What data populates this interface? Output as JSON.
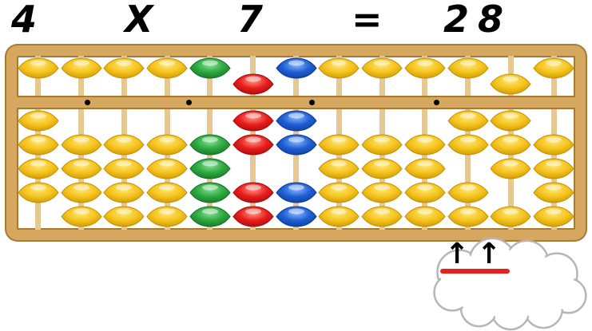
{
  "equation": {
    "operand1": "4",
    "operator": "X",
    "operand2": "7",
    "equals": "=",
    "result_tens": "2",
    "result_ones": "8"
  },
  "abacus": {
    "rod_count": 13,
    "dot_positions_pct": [
      12.7,
      30.9,
      52.8,
      75.2
    ],
    "columns": [
      {
        "color": "yellow",
        "heaven_active": false,
        "earth_up": 4,
        "digit": 4
      },
      {
        "color": "yellow",
        "heaven_active": false,
        "earth_up": 0,
        "digit": 0
      },
      {
        "color": "yellow",
        "heaven_active": false,
        "earth_up": 0,
        "digit": 0
      },
      {
        "color": "yellow",
        "heaven_active": false,
        "earth_up": 0,
        "digit": 0
      },
      {
        "color": "green",
        "heaven_active": false,
        "earth_up": 0,
        "digit": 0
      },
      {
        "color": "red",
        "heaven_active": true,
        "earth_up": 2,
        "digit": 7
      },
      {
        "color": "blue",
        "heaven_active": false,
        "earth_up": 2,
        "digit": 2
      },
      {
        "color": "yellow",
        "heaven_active": false,
        "earth_up": 0,
        "digit": 0
      },
      {
        "color": "yellow",
        "heaven_active": false,
        "earth_up": 0,
        "digit": 0
      },
      {
        "color": "yellow",
        "heaven_active": false,
        "earth_up": 0,
        "digit": 0
      },
      {
        "color": "yellow",
        "heaven_active": false,
        "earth_up": 2,
        "digit": 2
      },
      {
        "color": "yellow",
        "heaven_active": true,
        "earth_up": 3,
        "digit": 8
      },
      {
        "color": "yellow",
        "heaven_active": false,
        "earth_up": 0,
        "digit": 0
      }
    ]
  },
  "cloud": {
    "arrow_glyph": "↑",
    "arrow_count": 2
  },
  "colors": {
    "yellow_main": "#f5c41d",
    "yellow_dark": "#c68e00",
    "yellow_light": "#ffe676",
    "green_main": "#2ca83f",
    "green_dark": "#136f22",
    "green_light": "#86dc92",
    "red_main": "#e81c1c",
    "red_dark": "#9e0b0b",
    "red_light": "#ff9380",
    "blue_main": "#1d5ed2",
    "blue_dark": "#0c3a96",
    "blue_light": "#86b4ff",
    "frame": "#d6a75f",
    "frame_edge": "#a87a35",
    "rod": "#e6c893",
    "dot": "#000000",
    "cloud_outline": "#b5b5b5",
    "arrow": "#000000",
    "underline": "#e8201c"
  }
}
